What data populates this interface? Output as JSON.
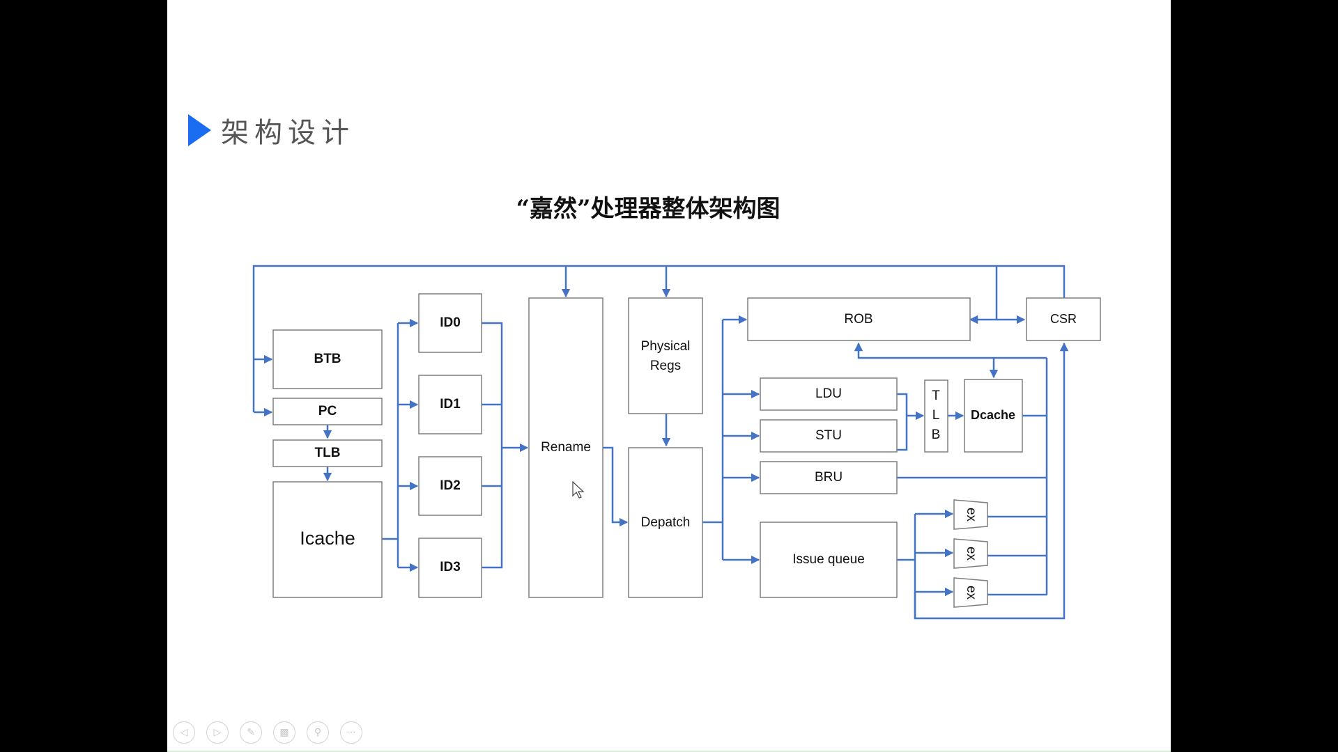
{
  "slide": {
    "section_title": "架构设计",
    "diagram_title": "“嘉然”处理器整体架构图"
  },
  "diagram": {
    "blocks": {
      "btb": "BTB",
      "pc": "PC",
      "tlb_front": "TLB",
      "icache": "Icache",
      "id0": "ID0",
      "id1": "ID1",
      "id2": "ID2",
      "id3": "ID3",
      "rename": "Rename",
      "physical_regs_line1": "Physical",
      "physical_regs_line2": "Regs",
      "depatch": "Depatch",
      "rob": "ROB",
      "csr": "CSR",
      "ldu": "LDU",
      "stu": "STU",
      "bru": "BRU",
      "issue_queue": "Issue queue",
      "tlb_t": "T",
      "tlb_l": "L",
      "tlb_b": "B",
      "dcache": "Dcache",
      "ex1": "ex",
      "ex2": "ex",
      "ex3": "ex"
    },
    "wire_color": "#4472c4"
  },
  "toolbar": {
    "icons": [
      "prev-icon",
      "next-icon",
      "pen-icon",
      "slides-icon",
      "zoom-icon",
      "more-icon"
    ]
  }
}
